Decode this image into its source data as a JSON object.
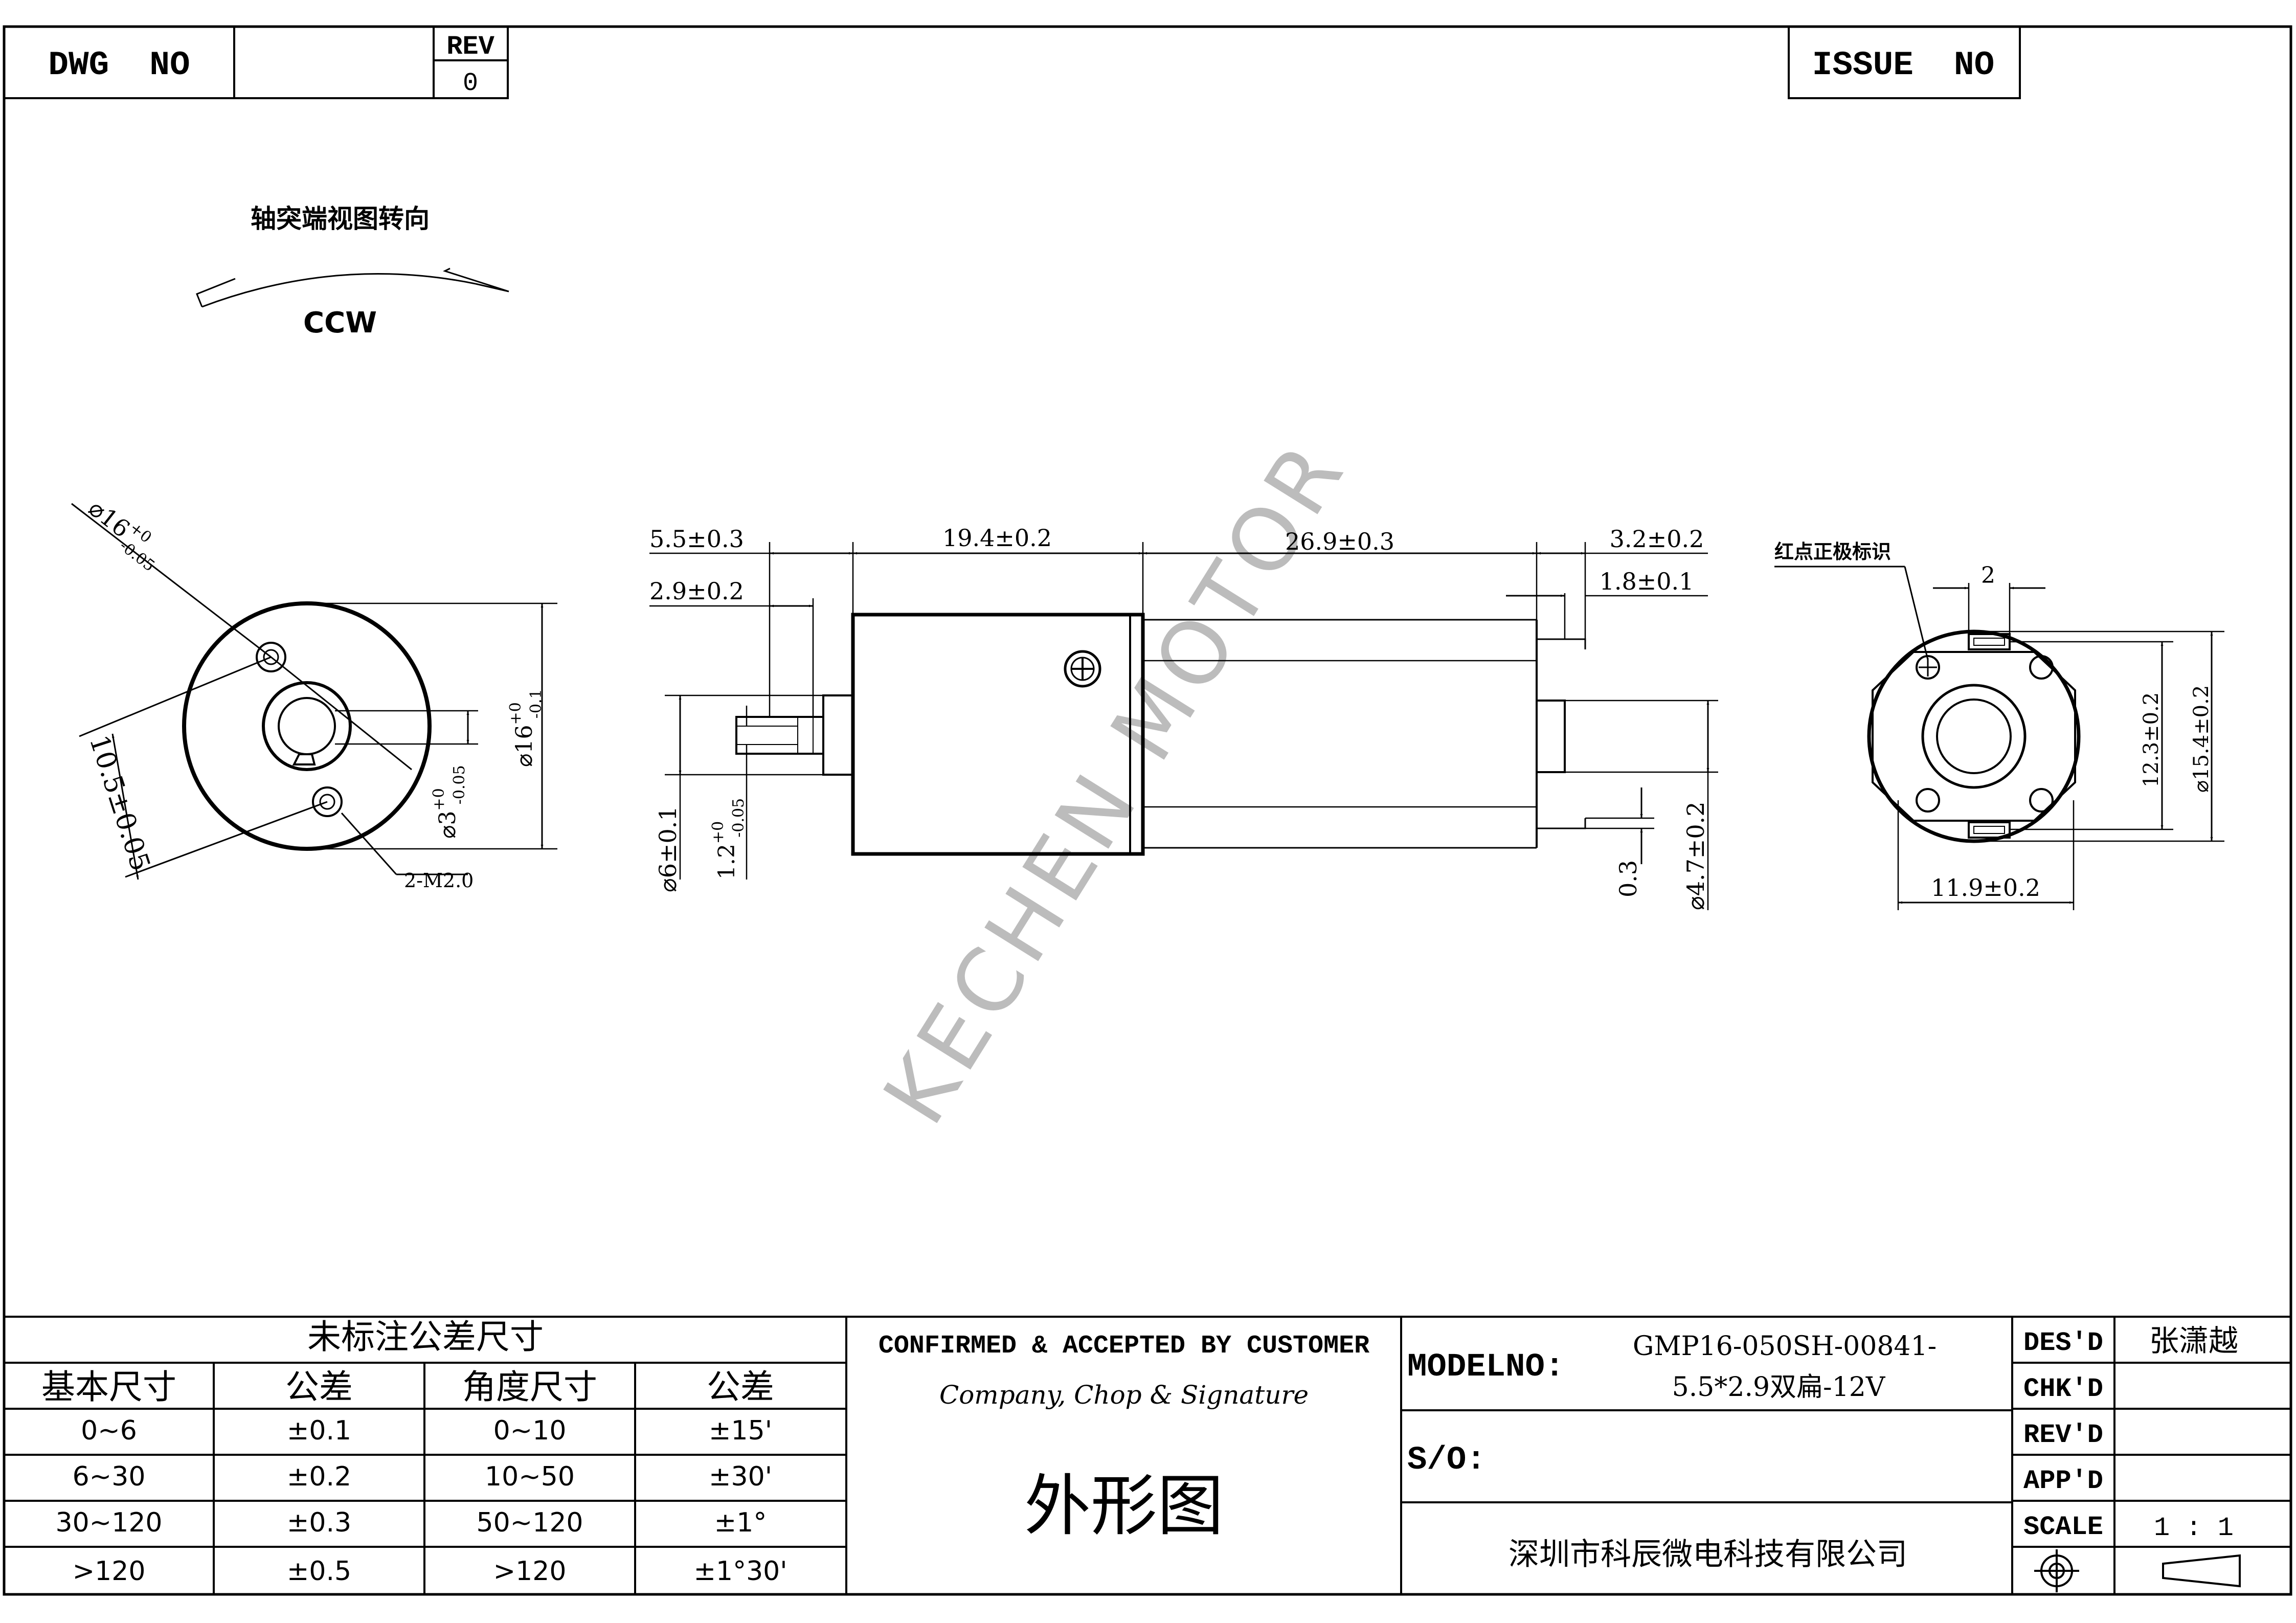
{
  "header": {
    "dwg_no_label": "DWG  NO",
    "rev_label": "REV",
    "rev_value": "0",
    "issue_no_label": "ISSUE  NO"
  },
  "rotation": {
    "title": "轴突端视图转向",
    "direction": "CCW"
  },
  "watermark": "KECHEN MOTOR",
  "front_view": {
    "outer_dia_main": "⌀16",
    "outer_dia_up": "+0",
    "outer_dia_low": "-0.05",
    "hole_pitch": "10.5±0.05",
    "shaft_dia_main": "⌀3",
    "shaft_dia_up": "+0",
    "shaft_dia_low": "-0.05",
    "body_dia_main": "⌀16",
    "body_dia_up": "+0",
    "body_dia_low": "-0.1",
    "thread_label": "2-M2.0"
  },
  "side_view": {
    "shaft_length": "5.5±0.3",
    "flat_length": "2.9±0.2",
    "gearbox_length": "19.4±0.2",
    "motor_length": "26.9±0.3",
    "terminal_length": "3.2±0.2",
    "terminal_offset": "1.8±0.1",
    "boss_dia": "⌀6±0.1",
    "flat_width_main": "1.2",
    "flat_width_up": "+0",
    "flat_width_low": "-0.05",
    "terminal_thickness": "0.3",
    "rear_boss_dia": "⌀4.7±0.2"
  },
  "rear_view": {
    "polarity_note": "红点正极标识",
    "terminal_width": "2",
    "terminal_span": "12.3±0.2",
    "endcap_dia": "⌀15.4±0.2",
    "terminal_pitch": "11.9±0.2"
  },
  "tolerance_table": {
    "title": "未标注公差尺寸",
    "headers": [
      "基本尺寸",
      "公差",
      "角度尺寸",
      "公差"
    ],
    "rows": [
      [
        "0~6",
        "±0.1",
        "0~10",
        "±15'"
      ],
      [
        "6~30",
        "±0.2",
        "10~50",
        "±30'"
      ],
      [
        "30~120",
        "±0.3",
        "50~120",
        "±1°"
      ],
      [
        ">120",
        "±0.5",
        ">120",
        "±1°30'"
      ]
    ]
  },
  "confirm": {
    "title": "CONFIRMED & ACCEPTED BY CUSTOMER",
    "subtitle": "Company, Chop & Signature",
    "drawing_type": "外形图"
  },
  "model": {
    "label": "MODELNO:",
    "line1": "GMP16-050SH-00841-",
    "line2": "5.5*2.9双扁-12V",
    "so_label": "S/O:",
    "company": "深圳市科辰微电科技有限公司"
  },
  "signoff": {
    "des_label": "DES'D",
    "des_value": "张潇越",
    "chk_label": "CHK'D",
    "chk_value": "",
    "rev_label": "REV'D",
    "rev_value": "",
    "app_label": "APP'D",
    "app_value": "",
    "scale_label": "SCALE",
    "scale_value": "1 : 1"
  }
}
